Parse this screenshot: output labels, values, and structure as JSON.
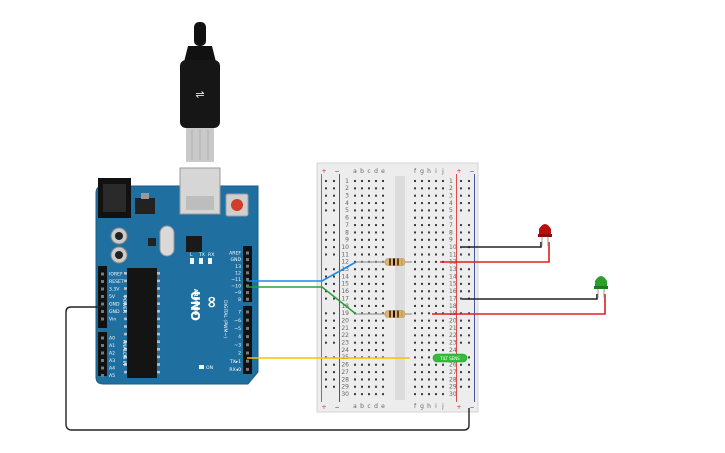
{
  "arduino": {
    "name": "UNO",
    "brand": "ARDUINO",
    "power_header": [
      "IOREF",
      "RESET",
      "3.3V",
      "5V",
      "GND",
      "GND",
      "Vin"
    ],
    "power_title": "POWER",
    "analog_header": [
      "A0",
      "A1",
      "A2",
      "A3",
      "A4",
      "A5"
    ],
    "analog_title": "ANALOG IN",
    "digital_header": [
      "AREF",
      "GND",
      "13",
      "12",
      "~11",
      "~10",
      "~9",
      "8"
    ],
    "digital_header2": [
      "7",
      "~6",
      "~5",
      "4",
      "~3",
      "2",
      "TX▸1",
      "RX◂0"
    ],
    "digital_title": "DIGITAL (PWM~)",
    "led_labels": [
      "L",
      "TX",
      "RX"
    ],
    "on_label": "ON"
  },
  "breadboard": {
    "columns_left": [
      "a",
      "b",
      "c",
      "d",
      "e"
    ],
    "columns_right": [
      "f",
      "g",
      "h",
      "i",
      "j"
    ],
    "rail_plus": "+",
    "rail_minus": "−",
    "row_count": 30
  },
  "sensor": {
    "label": "TILT SENS"
  },
  "colors": {
    "arduino_blue": "#1f6fa1",
    "wire_blue": "#1e88e5",
    "wire_green": "#2e9d3a",
    "wire_yellow": "#f2c500",
    "wire_red": "#e0201b",
    "wire_black": "#222222",
    "led_red": "#b3120f",
    "led_green": "#2aa02b"
  }
}
